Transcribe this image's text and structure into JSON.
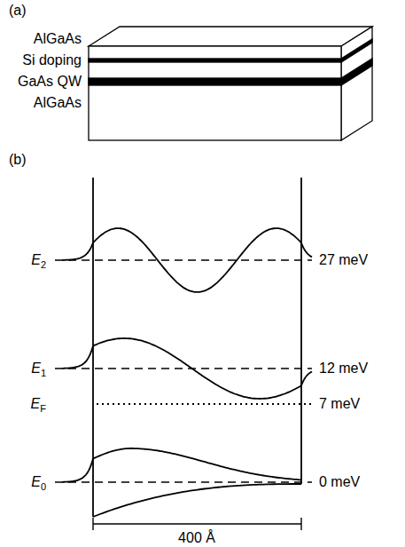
{
  "diagram": {
    "labels": [
      "(a)",
      "AlGaAs",
      "Si doping",
      "GaAs QW",
      "AlGaAs",
      "(b)",
      "E2",
      "27 meV",
      "E1",
      "12 meV",
      "EF",
      "7 meV",
      "E0",
      "0 meV",
      "400 Å"
    ]
  }
}
